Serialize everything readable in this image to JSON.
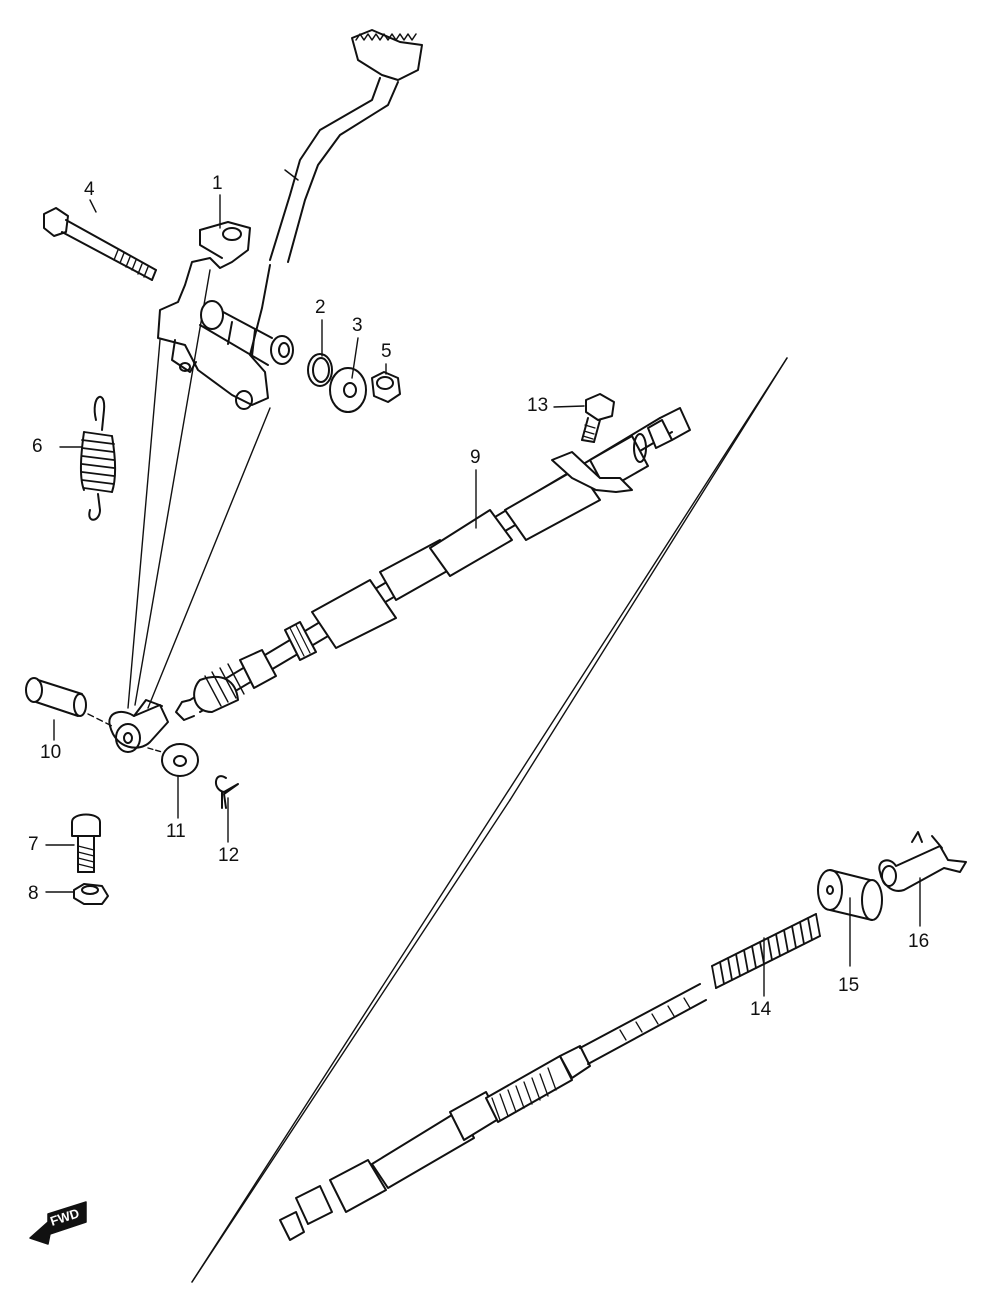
{
  "diagram": {
    "type": "exploded-parts-diagram",
    "stroke_color": "#111111",
    "background_color": "#ffffff",
    "part_labels": [
      "1",
      "2",
      "3",
      "4",
      "5",
      "6",
      "7",
      "8",
      "9",
      "10",
      "11",
      "12",
      "13",
      "14",
      "15",
      "16"
    ],
    "direction_marker": {
      "text": "FWD",
      "icon": "arrow-left-icon"
    }
  }
}
